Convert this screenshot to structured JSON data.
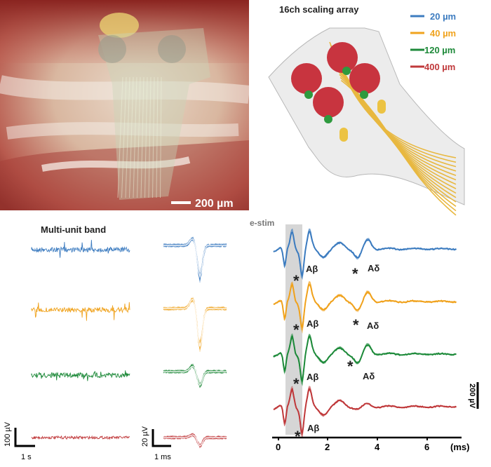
{
  "photo": {
    "scale_label": "200 µm"
  },
  "array": {
    "title": "16ch scaling array",
    "legend": [
      {
        "label": "20 µm",
        "color": "#3d7cc0"
      },
      {
        "label": "40 µm",
        "color": "#f0a31e"
      },
      {
        "label": "120 µm",
        "color": "#1e8a3a"
      },
      {
        "label": "400 µm",
        "color": "#c0393b"
      }
    ],
    "pad_color": "#c8343f",
    "small_pad_color": "#2e9a3e",
    "trace_color": "#e8b840",
    "substrate_color": "#ececec"
  },
  "multiunit": {
    "title": "Multi-unit band",
    "scale_left": {
      "vertical": "100 µV",
      "horizontal": "1 s"
    },
    "scale_right": {
      "vertical": "20 µV",
      "horizontal": "1 ms"
    }
  },
  "ecap": {
    "stim_label": "e-stim",
    "peak_labels": {
      "abeta": "Aβ",
      "adelta": "Aδ",
      "marker": "*"
    },
    "scale_vertical": "200 µV",
    "xaxis": {
      "ticks": [
        "0",
        "2",
        "4",
        "6"
      ],
      "unit": "(ms)"
    }
  }
}
